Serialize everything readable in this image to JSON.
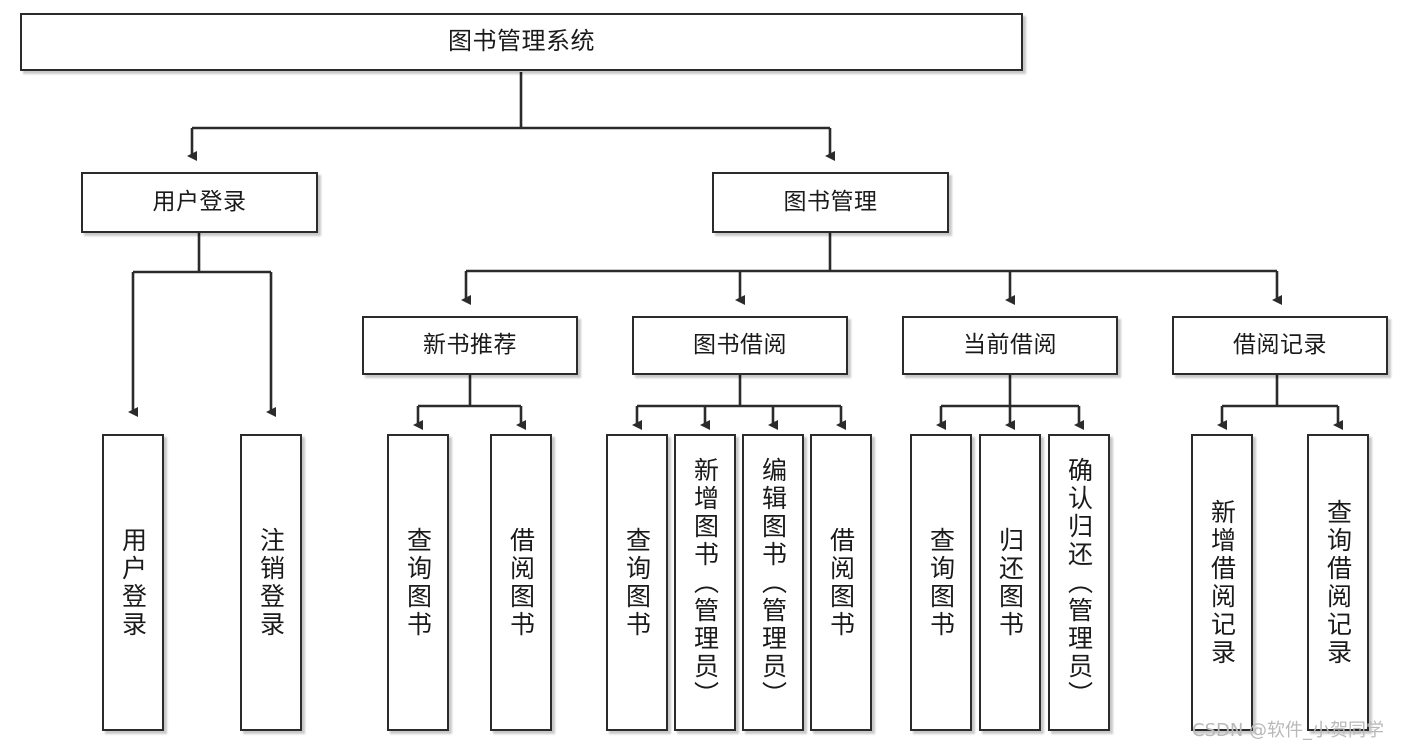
{
  "diagram": {
    "type": "tree-hierarchy",
    "title": "图书管理系统",
    "watermark": "CSDN @软件_小贺同学",
    "colors": {
      "background": "#ffffff",
      "box_border": "#2b2b2b",
      "box_fill": "#ffffff",
      "edge": "#1a1a1a",
      "watermark": "#b9b9b9"
    },
    "nodes": {
      "root": {
        "label": "图书管理系统",
        "level": 1
      },
      "l2": [
        {
          "id": "user-login",
          "label": "用户登录",
          "level": 2
        },
        {
          "id": "book-manage",
          "label": "图书管理",
          "level": 2
        }
      ],
      "l3": [
        {
          "id": "new-book-recommend",
          "label": "新书推荐",
          "level": 3,
          "parent": "book-manage"
        },
        {
          "id": "book-borrow",
          "label": "图书借阅",
          "level": 3,
          "parent": "book-manage"
        },
        {
          "id": "current-borrow",
          "label": "当前借阅",
          "level": 3,
          "parent": "book-manage"
        },
        {
          "id": "borrow-record",
          "label": "借阅记录",
          "level": 3,
          "parent": "book-manage"
        }
      ],
      "leaves": [
        {
          "id": "leaf-user-login",
          "label": "用户登录",
          "parent": "user-login"
        },
        {
          "id": "leaf-logout",
          "label": "注销登录",
          "parent": "user-login"
        },
        {
          "id": "leaf-query-book-1",
          "label": "查询图书",
          "parent": "new-book-recommend"
        },
        {
          "id": "leaf-borrow-book-1",
          "label": "借阅图书",
          "parent": "new-book-recommend"
        },
        {
          "id": "leaf-query-book-2",
          "label": "查询图书",
          "parent": "book-borrow"
        },
        {
          "id": "leaf-add-book",
          "label": "新增图书（管理员）",
          "parent": "book-borrow"
        },
        {
          "id": "leaf-edit-book",
          "label": "编辑图书（管理员）",
          "parent": "book-borrow"
        },
        {
          "id": "leaf-borrow-book-2",
          "label": "借阅图书",
          "parent": "book-borrow"
        },
        {
          "id": "leaf-query-book-3",
          "label": "查询图书",
          "parent": "current-borrow"
        },
        {
          "id": "leaf-return-book",
          "label": "归还图书",
          "parent": "current-borrow"
        },
        {
          "id": "leaf-confirm-return",
          "label": "确认归还（管理员）",
          "parent": "current-borrow"
        },
        {
          "id": "leaf-add-record",
          "label": "新增借阅记录",
          "parent": "borrow-record"
        },
        {
          "id": "leaf-query-record",
          "label": "查询借阅记录",
          "parent": "borrow-record"
        }
      ]
    }
  }
}
